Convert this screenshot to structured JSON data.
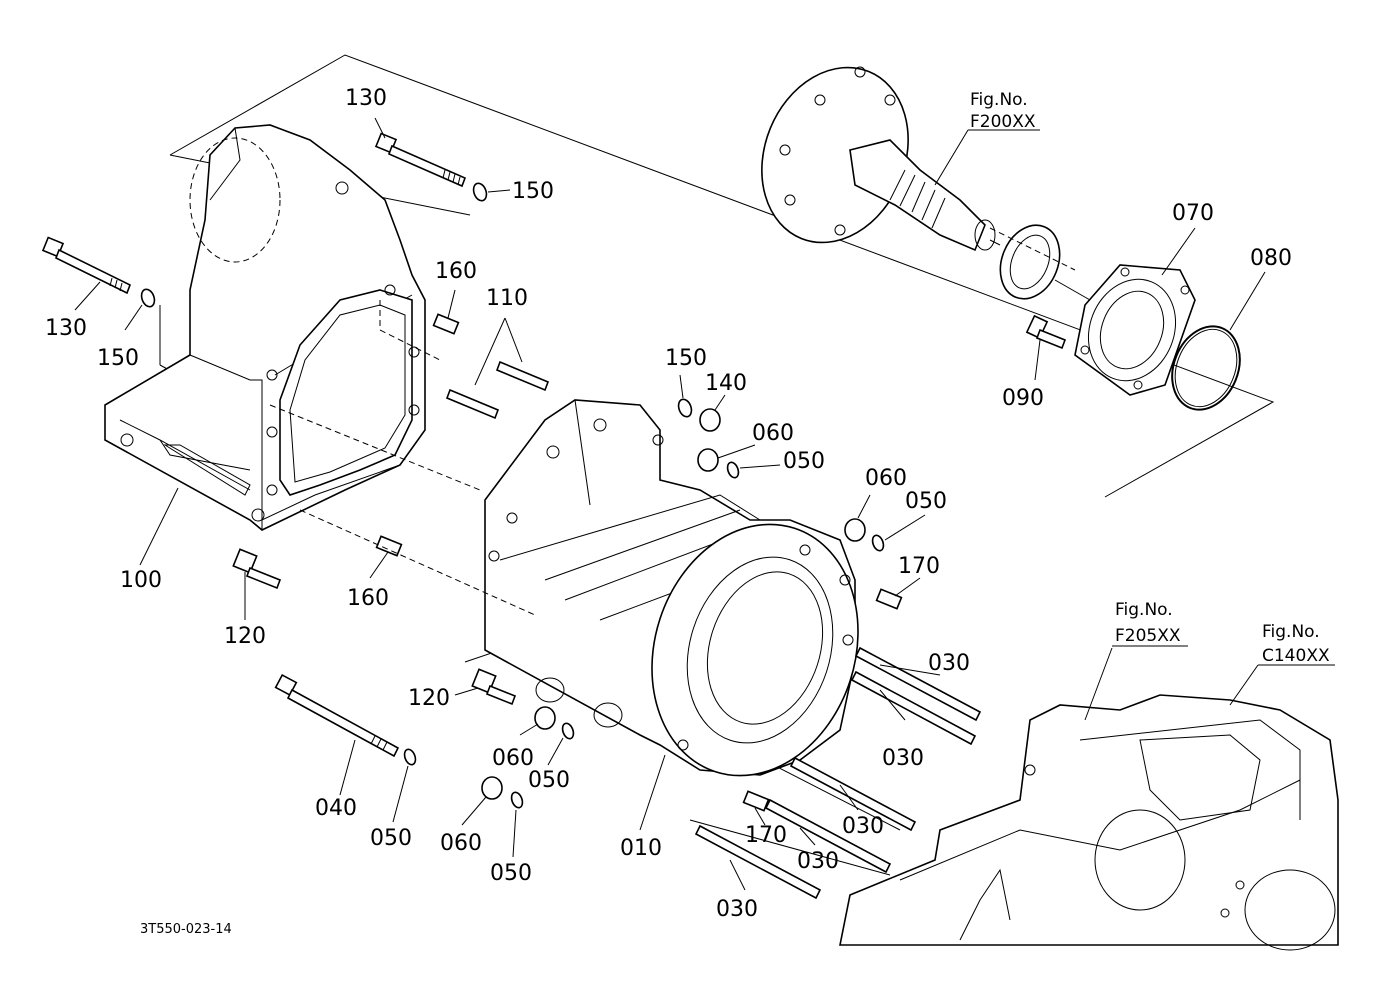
{
  "labels": {
    "l130a": "130",
    "l150a": "150",
    "l130b": "130",
    "l150b": "150",
    "l160a": "160",
    "l110": "110",
    "l150c": "150",
    "l140": "140",
    "l060a": "060",
    "l050a": "050",
    "l060b": "060",
    "l050b": "050",
    "l170a": "170",
    "l100": "100",
    "l120a": "120",
    "l160b": "160",
    "l120b": "120",
    "l060c": "060",
    "l050c": "050",
    "l040": "040",
    "l050d": "050",
    "l060d": "060",
    "l050e": "050",
    "l010": "010",
    "l170b": "170",
    "l030a": "030",
    "l030b": "030",
    "l030c": "030",
    "l030d": "030",
    "l030e": "030",
    "l070": "070",
    "l080": "080",
    "l090": "090"
  },
  "references": {
    "ref1_title": "Fig.No.",
    "ref1_code": "F200XX",
    "ref2_title": "Fig.No.",
    "ref2_code": "F205XX",
    "ref3_title": "Fig.No.",
    "ref3_code": "C140XX"
  },
  "drawing_code": "3T550-023-14"
}
